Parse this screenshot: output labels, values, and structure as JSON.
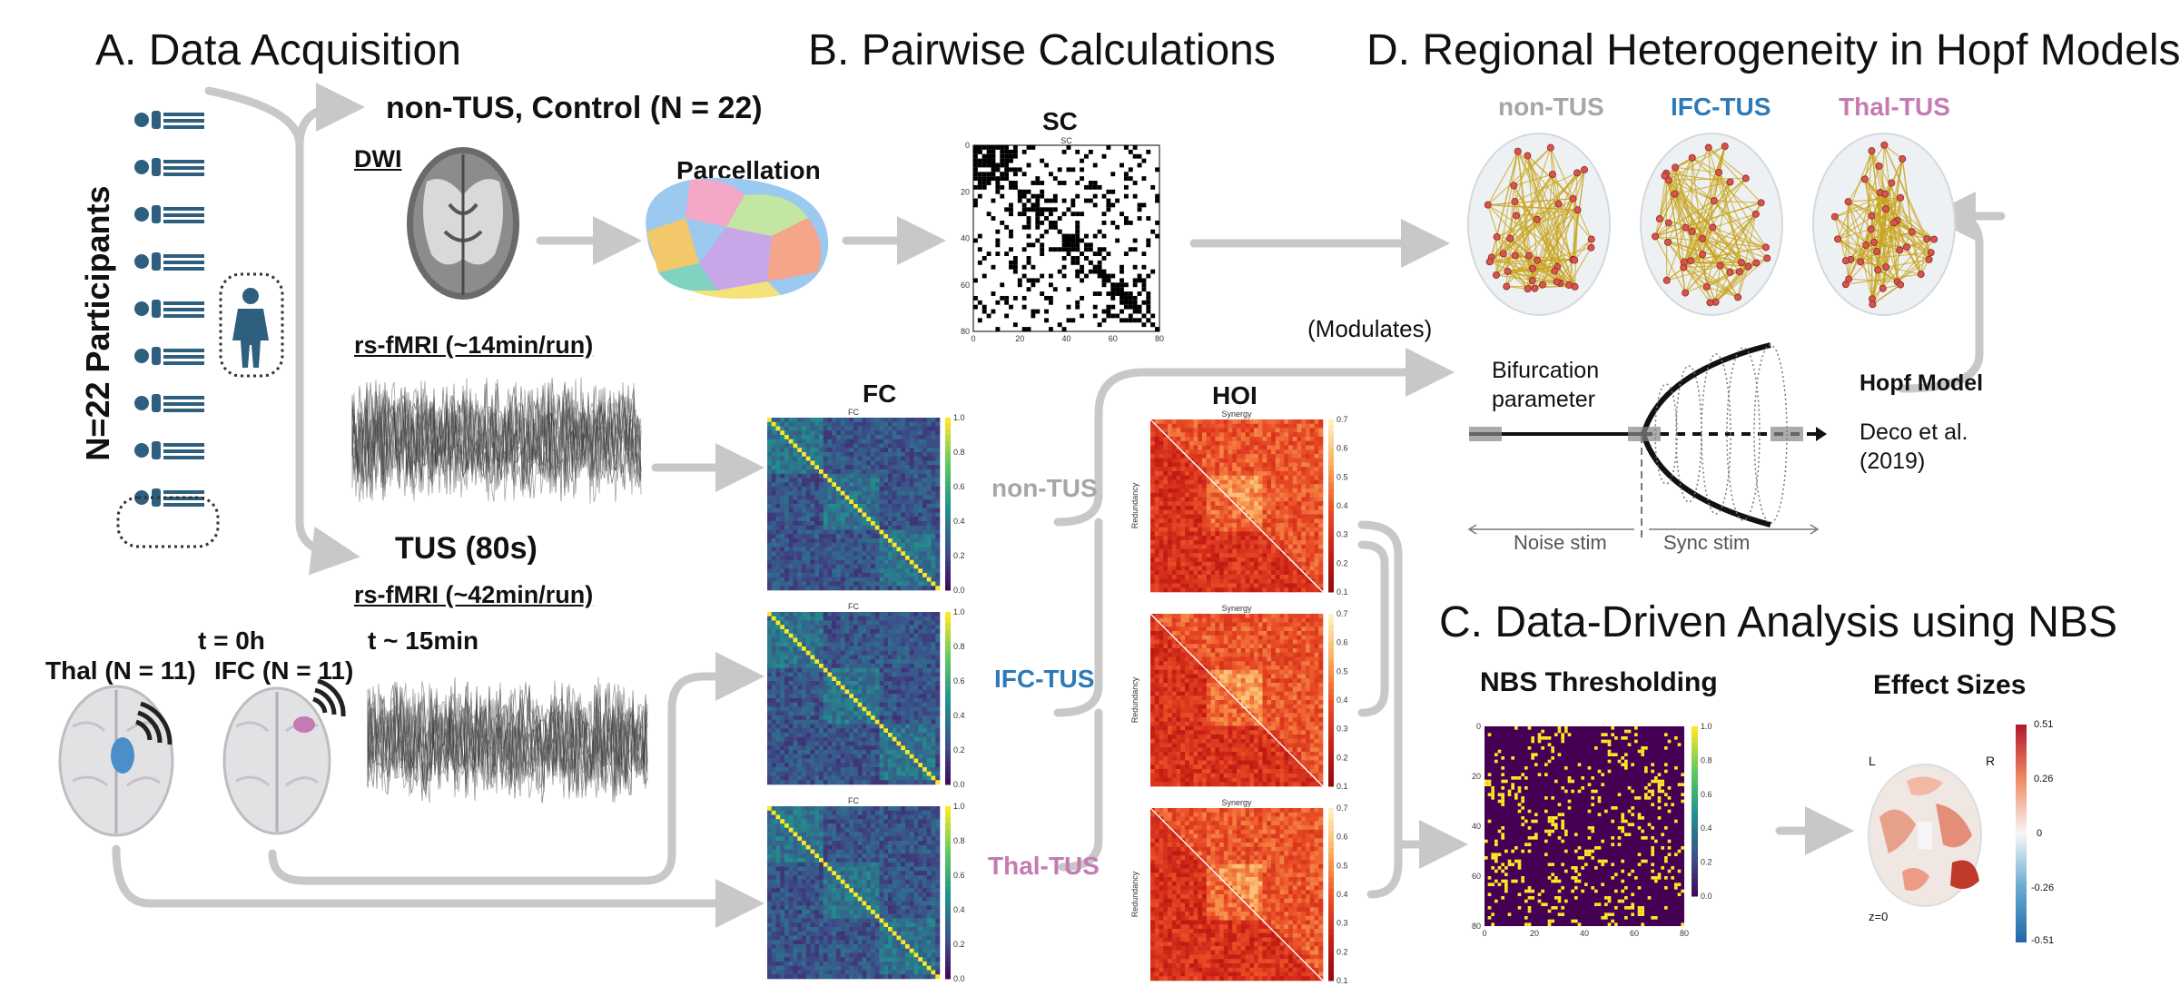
{
  "sections": {
    "a_title": "A. Data Acquisition",
    "b_title": "B. Pairwise Calculations",
    "c_title": "C. Data-Driven Analysis using NBS",
    "d_title": "D. Regional Heterogeneity in Hopf Models"
  },
  "acquisition": {
    "participants_label": "N=22 Participants",
    "control_label": "non-TUS, Control (N = 22)",
    "dwi_label": "DWI",
    "parcellation_label": "Parcellation",
    "rsfmri_control_label": "rs-fMRI (~14min/run)",
    "tus_label": "TUS (80s)",
    "rsfmri_tus_label": "rs-fMRI (~42min/run)",
    "t0_label": "t = 0h",
    "t15_label": "t ~ 15min",
    "thal_label": "Thal (N = 11)",
    "ifc_label": "IFC (N = 11)"
  },
  "pairwise": {
    "sc_label": "SC",
    "sc_inner_title": "SC",
    "fc_label": "FC",
    "fc_inner_title": "FC",
    "hoi_label": "HOI",
    "hoi_inner_title": "Synergy",
    "hoi_ylabel": "Redundancy",
    "conditions": [
      {
        "label": "non-TUS",
        "color": "#a6a6a6"
      },
      {
        "label": "IFC-TUS",
        "color": "#2e7ab8"
      },
      {
        "label": "Thal-TUS",
        "color": "#c57ab3"
      }
    ],
    "ticks": [
      "0",
      "20",
      "40",
      "60",
      "80"
    ],
    "fc_colorbar": [
      "0.0",
      "0.2",
      "0.4",
      "0.6",
      "0.8",
      "1.0"
    ],
    "hoi_colorbar": [
      "0.1",
      "0.2",
      "0.3",
      "0.4",
      "0.5",
      "0.6",
      "0.7"
    ]
  },
  "hopf": {
    "conditions": [
      {
        "label": "non-TUS",
        "color": "#a6a6a6"
      },
      {
        "label": "IFC-TUS",
        "color": "#2e7ab8"
      },
      {
        "label": "Thal-TUS",
        "color": "#c57ab3"
      }
    ],
    "modulates_label": "(Modulates)",
    "bifurcation_label_1": "Bifurcation",
    "bifurcation_label_2": "parameter",
    "hopf_model_label": "Hopf Model",
    "citation_1": "Deco et al.",
    "citation_2": "(2019)",
    "noise_stim_label": "Noise stim",
    "sync_stim_label": "Sync stim"
  },
  "nbs": {
    "thresholding_label": "NBS Thresholding",
    "effect_sizes_label": "Effect Sizes",
    "nbs_colorbar": [
      "0.0",
      "0.2",
      "0.4",
      "0.6",
      "0.8",
      "1.0"
    ],
    "effect_colorbar": [
      "0.51",
      "0.26",
      "0",
      "-0.26",
      "-0.51"
    ],
    "left_label": "L",
    "right_label": "R",
    "slice_label": "z=0"
  },
  "colors": {
    "arrow": "#c8c8c8",
    "person": "#2f5f7f",
    "viridis_low": "#440154",
    "viridis_high": "#fde725",
    "heat_low": "#b01515",
    "heat_high": "#fff3c0"
  }
}
